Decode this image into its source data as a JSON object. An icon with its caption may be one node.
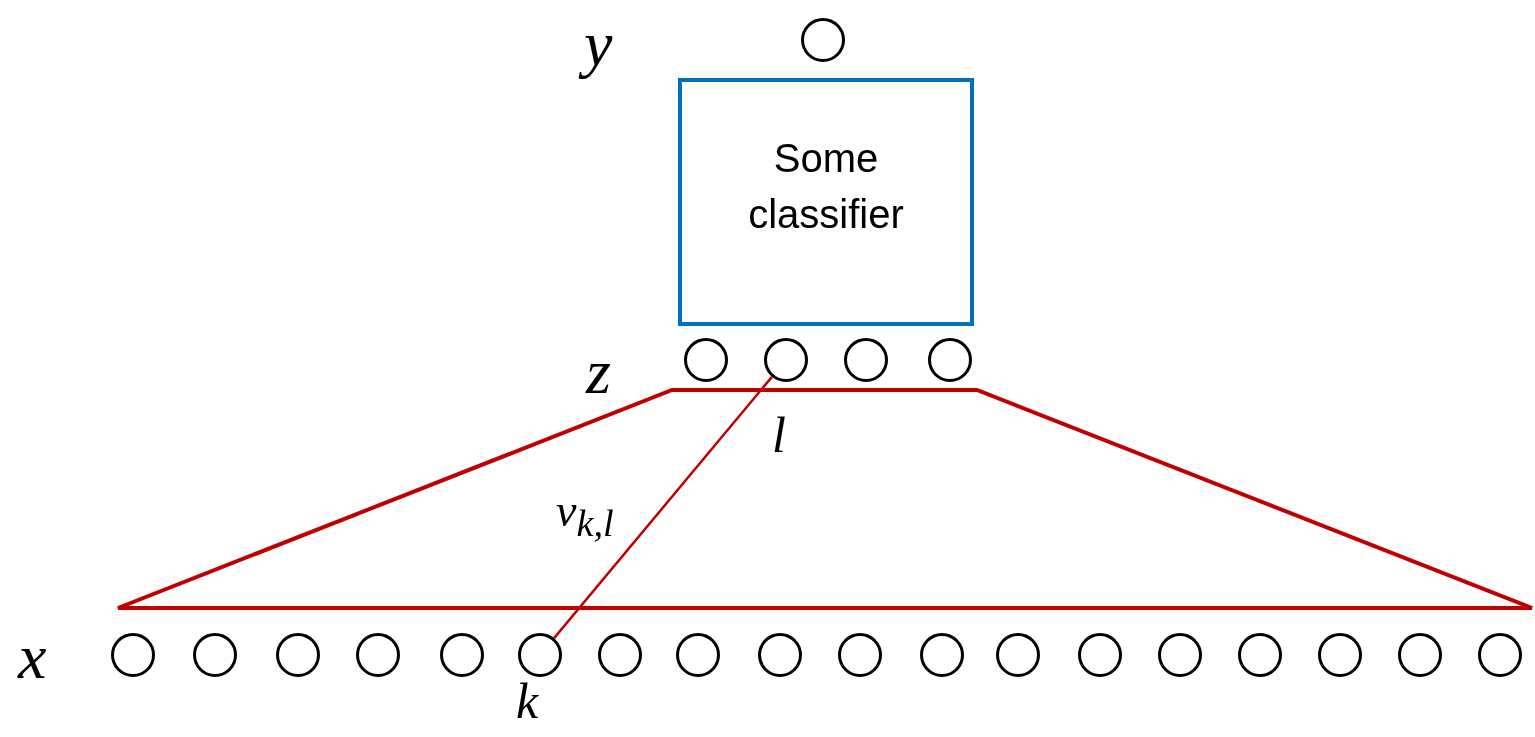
{
  "diagram": {
    "nodes": [
      {
        "text": [],
        "shape": "circle"
      },
      {
        "text": [
          "Some classifier"
        ]
      },
      {
        "text": [],
        "shape": "circle"
      },
      {
        "text": [],
        "shape": "circle",
        "beside": [
          "l"
        ]
      },
      {
        "text": [],
        "shape": "circle"
      },
      {
        "text": [],
        "shape": "circle"
      },
      {
        "text": [],
        "shape": "circle"
      },
      {
        "text": [],
        "shape": "circle"
      },
      {
        "text": [],
        "shape": "circle"
      },
      {
        "text": [],
        "shape": "circle"
      },
      {
        "text": [],
        "shape": "circle"
      },
      {
        "text": [],
        "shape": "circle",
        "beside": [
          "k"
        ]
      },
      {
        "text": [],
        "shape": "circle"
      },
      {
        "text": [],
        "shape": "circle"
      },
      {
        "text": [],
        "shape": "circle"
      },
      {
        "text": [],
        "shape": "circle"
      },
      {
        "text": [],
        "shape": "circle"
      },
      {
        "text": [],
        "shape": "circle"
      },
      {
        "text": [],
        "shape": "circle"
      },
      {
        "text": [],
        "shape": "circle"
      },
      {
        "text": [],
        "shape": "circle"
      },
      {
        "text": [],
        "shape": "circle"
      },
      {
        "text": [],
        "shape": "circle"
      },
      {
        "text": [],
        "shape": "circle"
      }
    ],
    "edges": [
      {
        "from": 11,
        "to": 3,
        "arrow": "none",
        "label": "v$_{k,l}$",
        "color": "#c00000"
      }
    ],
    "labels": [
      "y",
      "z",
      "x"
    ]
  }
}
